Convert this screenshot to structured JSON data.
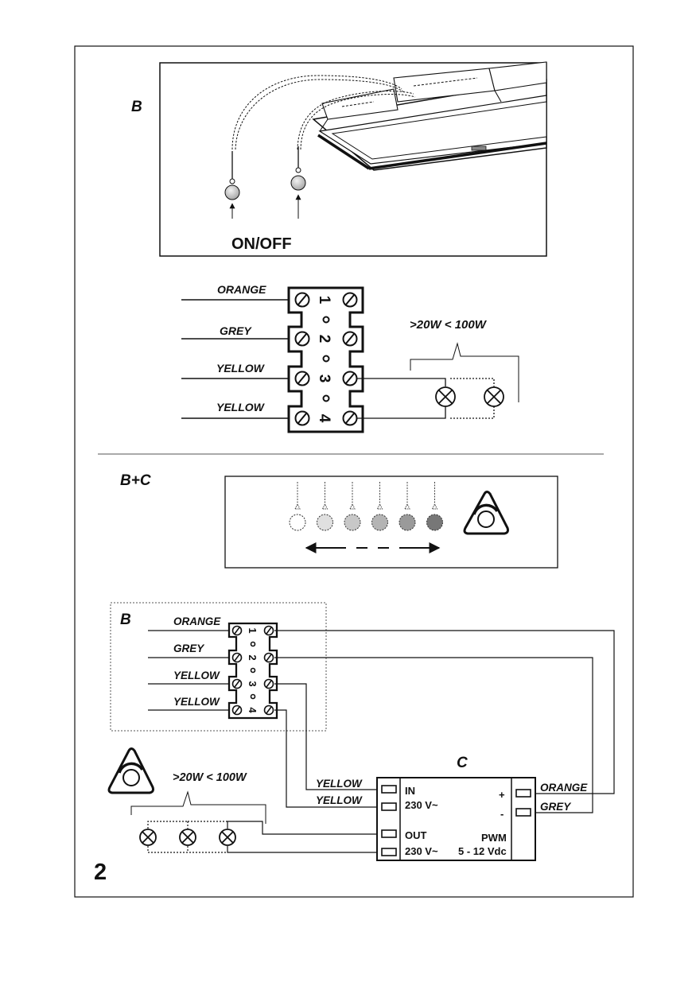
{
  "page_number": "2",
  "colors": {
    "ink": "#111111",
    "bulb_grey": "#cfcfcf",
    "dim_levels": [
      "#ffffff",
      "#e0e0e0",
      "#c8c8c8",
      "#b4b4b4",
      "#9a9a9a",
      "#777777"
    ]
  },
  "section_b": {
    "label": "B",
    "switch_label": "ON/OFF",
    "wire_labels": [
      "ORANGE",
      "GREY",
      "YELLOW",
      "YELLOW"
    ],
    "terminal_numbers": [
      "1",
      "2",
      "3",
      "4"
    ],
    "load_range": ">20W  < 100W"
  },
  "section_bc": {
    "label": "B+C",
    "dim_bulb_count": 6
  },
  "wiring": {
    "block_label": "B",
    "wire_labels": [
      "ORANGE",
      "GREY",
      "YELLOW",
      "YELLOW"
    ],
    "terminal_numbers": [
      "1",
      "2",
      "3",
      "4"
    ],
    "load_range": ">20W  < 100W",
    "driver": {
      "label": "C",
      "in_label": "IN",
      "in_voltage": "230 V~",
      "out_label": "OUT",
      "out_voltage": "230 V~",
      "plus": "+",
      "minus": "-",
      "pwm_label": "PWM",
      "pwm_range": "5 - 12 Vdc",
      "left_wire_labels": [
        "YELLOW",
        "YELLOW"
      ],
      "right_wire_labels": [
        "ORANGE",
        "GREY"
      ]
    }
  }
}
